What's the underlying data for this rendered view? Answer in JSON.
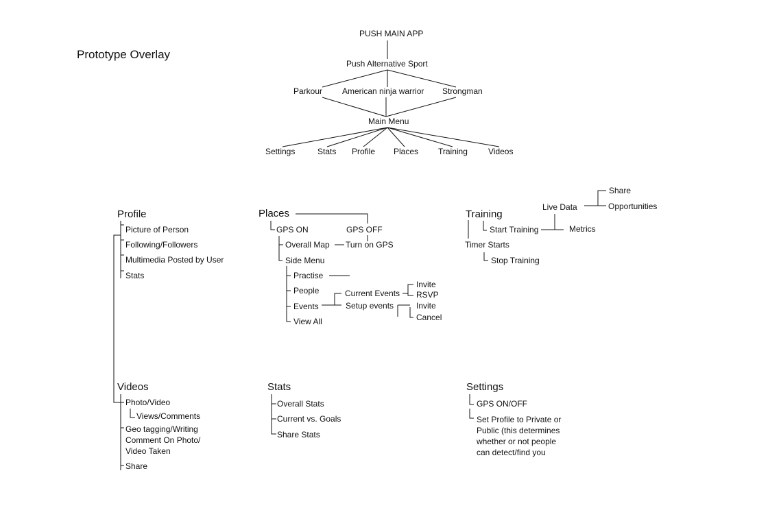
{
  "page_title": "Prototype Overlay",
  "tree": {
    "root": "PUSH MAIN APP",
    "alt_sport": "Push Alternative Sport",
    "sports": [
      "Parkour",
      "American ninja warrior",
      "Strongman"
    ],
    "main_menu": "Main Menu",
    "menu_items": [
      "Settings",
      "Stats",
      "Profile",
      "Places",
      "Training",
      "Videos"
    ]
  },
  "profile": {
    "heading": "Profile",
    "items": [
      "Picture of Person",
      "Following/Followers",
      "Multimedia Posted by User",
      "Stats"
    ]
  },
  "places": {
    "heading": "Places",
    "gps_on": "GPS ON",
    "gps_off": "GPS OFF",
    "overall_map": "Overall Map",
    "turn_on_gps": "Turn on GPS",
    "side_menu": "Side Menu",
    "side_items": [
      "Practise",
      "People",
      "Events",
      "View All"
    ],
    "current_events": "Current Events",
    "setup_events": "Setup events",
    "current_sub": [
      "Invite",
      "RSVP"
    ],
    "setup_sub": [
      "Invite",
      "Cancel"
    ]
  },
  "training": {
    "heading": "Training",
    "start_training": "Start Training",
    "timer_starts": "Timer Starts",
    "stop_training": "Stop Training",
    "live_data": "Live Data",
    "metrics": "Metrics",
    "share": "Share",
    "opportunities": "Opportunities"
  },
  "videos": {
    "heading": "Videos",
    "photo_video": "Photo/Video",
    "views_comments": "Views/Comments",
    "geo_tagging": "Geo tagging/Writing Comment On Photo/ Video Taken",
    "share": "Share"
  },
  "stats": {
    "heading": "Stats",
    "items": [
      "Overall Stats",
      "Current vs. Goals",
      "Share Stats"
    ]
  },
  "settings": {
    "heading": "Settings",
    "gps": "GPS ON/OFF",
    "privacy": "Set Profile to Private or Public (this determines whether or not people can detect/find you"
  }
}
